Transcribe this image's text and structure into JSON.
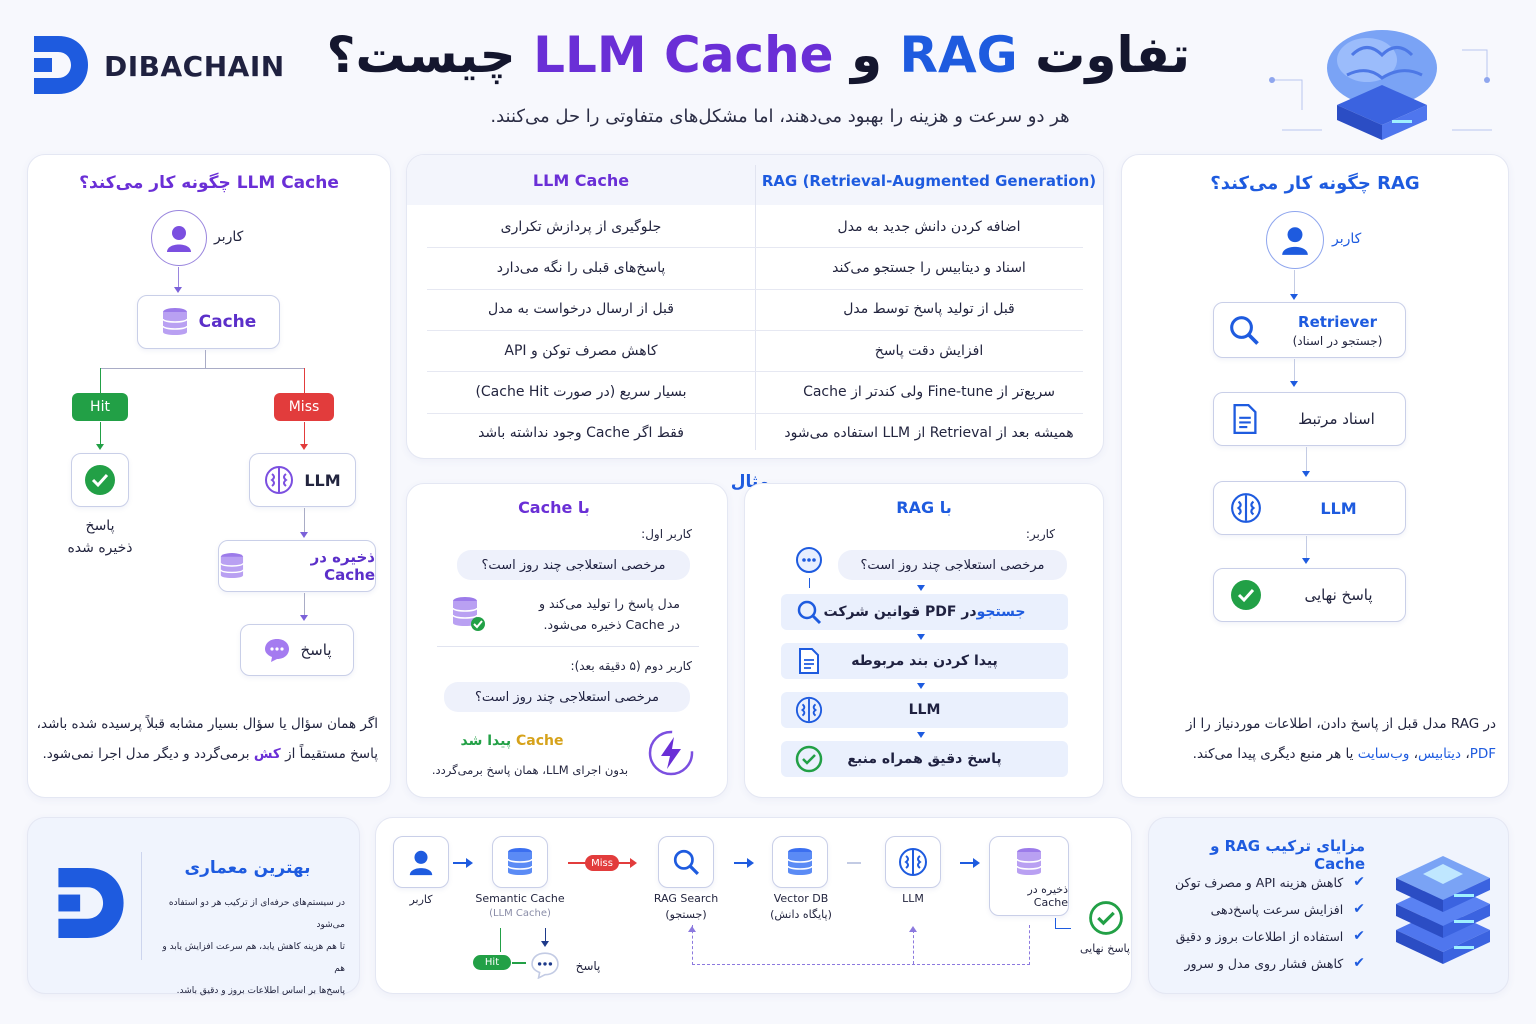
{
  "brand": {
    "name": "DIBACHAIN"
  },
  "header": {
    "title_a": "تفاوت ",
    "title_rag": "RAG",
    "title_and": " و ",
    "title_cache": "LLM Cache",
    "title_b": " چیست؟",
    "subtitle": "هر دو سرعت و هزینه را بهبود می‌دهند، اما مشکل‌های متفاوتی را حل می‌کنند."
  },
  "left_panel": {
    "title": "LLM Cache چگونه کار می‌کند؟",
    "user": "کاربر",
    "cache": "Cache",
    "hit": "Hit",
    "miss": "Miss",
    "saved_answer_1": "پاسخ",
    "saved_answer_2": "ذخیره شده",
    "llm": "LLM",
    "store_in_cache": "ذخیره در Cache",
    "answer": "پاسخ",
    "note_line1": "اگر همان سؤال یا سؤال بسیار مشابه قبلاً پرسیده شده باشد،",
    "note_line2_a": "پاسخ مستقیماً از ",
    "note_line2_hl": "کش",
    "note_line2_b": " برمی‌گردد و دیگر مدل اجرا نمی‌شود."
  },
  "compare": {
    "col_cache": "LLM Cache",
    "col_rag": "RAG (Retrieval-Augmented Generation)",
    "rows": [
      {
        "cache": "جلوگیری از پردازش تکراری",
        "rag": "اضافه کردن دانش جدید به مدل"
      },
      {
        "cache": "پاسخ‌های قبلی را نگه می‌دارد",
        "rag": "اسناد و دیتابیس را جستجو می‌کند"
      },
      {
        "cache": "قبل از ارسال درخواست به مدل",
        "rag": "قبل از تولید پاسخ توسط مدل"
      },
      {
        "cache": "کاهش مصرف توکن و API",
        "rag": "افزایش دقت پاسخ"
      },
      {
        "cache": "بسیار سریع (در صورت Cache Hit)",
        "rag": "سریع‌تر از Fine-tune ولی کندتر از Cache"
      },
      {
        "cache": "فقط اگر Cache وجود نداشته باشد",
        "rag": "همیشه بعد از Retrieval از LLM استفاده می‌شود"
      }
    ]
  },
  "example": {
    "label": "مثال",
    "cache_side": {
      "title": "با Cache",
      "first_user": "کاربر اول:",
      "question": "مرخصی استعلاجی چند روز است؟",
      "model_line1": "مدل پاسخ را تولید می‌کند و",
      "model_line2": "در Cache ذخیره می‌شود.",
      "second_user": "کاربر دوم (۵ دقیقه بعد):",
      "question2": "مرخصی استعلاجی چند روز است؟",
      "found_a": "Cache",
      "found_b": " پیدا شد",
      "found_sub": "بدون اجرای LLM، همان پاسخ برمی‌گردد."
    },
    "rag_side": {
      "title": "با RAG",
      "user": "کاربر:",
      "question": "مرخصی استعلاجی چند روز است؟",
      "step1_a": "جستجو",
      "step1_b": " در PDF قوانین شرکت",
      "step2": "پیدا کردن بند مربوطه",
      "step3": "LLM",
      "step4": "پاسخ دقیق همراه منبع"
    }
  },
  "right_panel": {
    "title": "RAG چگونه کار می‌کند؟",
    "user": "کاربر",
    "retriever": "Retriever",
    "retriever_sub": "(جستجو در اسناد)",
    "docs": "اسناد مرتبط",
    "llm": "LLM",
    "final": "پاسخ نهایی",
    "note_line1": "در RAG مدل قبل از پاسخ دادن، اطلاعات موردنیاز را از",
    "note_hl1": "PDF",
    "note_sep1": "، ",
    "note_hl2": "دیتابیس",
    "note_sep2": "، ",
    "note_hl3": "وب‌سایت",
    "note_rest": " یا هر منبع دیگری پیدا می‌کند."
  },
  "best_arch": {
    "title": "بهترین معماری",
    "line1": "در سیستم‌های حرفه‌ای از ترکیب هر دو استفاده می‌شود",
    "line2": "تا هم هزینه کاهش یابد، هم سرعت افزایش یابد و هم",
    "line3": "پاسخ‌ها بر اساس اطلاعات بروز و دقیق باشد."
  },
  "pipeline": {
    "user": "کاربر",
    "semantic": "Semantic Cache",
    "semantic_sub": "(LLM Cache)",
    "miss": "Miss",
    "rag_search": "RAG Search",
    "rag_search_sub": "(جستجو)",
    "vector_db": "Vector DB",
    "vector_db_sub": "(پایگاه دانش)",
    "llm": "LLM",
    "store": "ذخیره در Cache",
    "final": "پاسخ نهایی",
    "hit": "Hit",
    "answer": "پاسخ"
  },
  "benefits": {
    "title": "مزایای ترکیب RAG و Cache",
    "items": [
      "کاهش هزینه API و مصرف توکن",
      "افزایش سرعت پاسخ‌دهی",
      "استفاده از اطلاعات بروز و دقیق",
      "کاهش فشار روی مدل و سرور"
    ]
  },
  "colors": {
    "primary": "#1e5bdf",
    "purple": "#6a2fd6",
    "hit": "#22a046",
    "miss": "#e23c3c",
    "dark": "#1f2140"
  }
}
